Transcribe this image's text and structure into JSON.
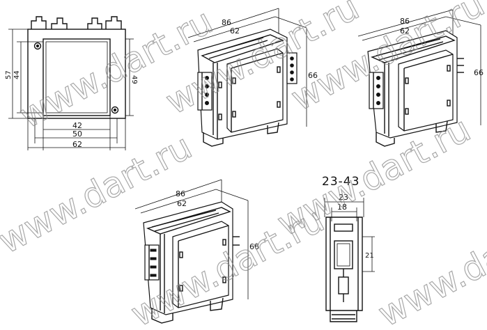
{
  "front_view": {
    "width_outer": "62",
    "width_mid": "50",
    "width_inner": "42",
    "height_outer": "57",
    "height_inner": "44",
    "height_right": "49"
  },
  "iso_view_a": {
    "length": "86",
    "width": "62",
    "height": "66"
  },
  "iso_view_b": {
    "length": "86",
    "width": "62",
    "height": "66"
  },
  "iso_view_c": {
    "length": "86",
    "width": "62",
    "height": "66"
  },
  "side_view": {
    "title": "23-43",
    "width_outer": "23",
    "width_inner": "18",
    "height": "21"
  },
  "watermark": {
    "text": "www.dart.ru"
  }
}
